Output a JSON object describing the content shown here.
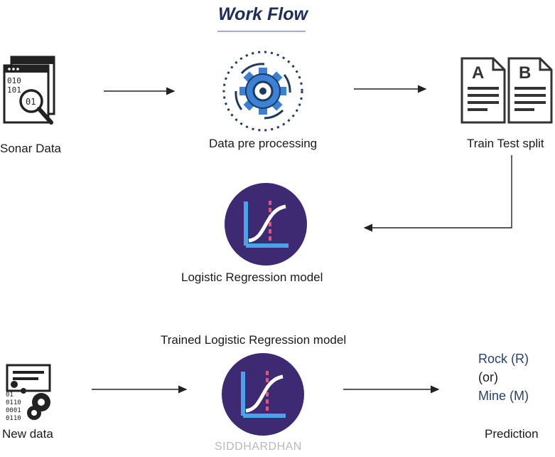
{
  "title": "Work Flow",
  "nodes": {
    "sonar_data": "Sonar Data",
    "data_preprocessing": "Data pre processing",
    "train_test_split": "Train Test split",
    "logistic_regression_model": "Logistic Regression model",
    "trained_model": "Trained Logistic Regression model",
    "new_data": "New data",
    "prediction": "Prediction"
  },
  "prediction_output": {
    "rock": "Rock (R)",
    "or": "(or)",
    "mine": "Mine (M)"
  },
  "doc_split": {
    "left": "A",
    "right": "B"
  },
  "binary_text": {
    "sonar": [
      "010",
      "101",
      "01"
    ],
    "new_data": [
      "01",
      "0110",
      "0001",
      "0110"
    ]
  },
  "watermark": "SIDDHARDHAN",
  "colors": {
    "title": "#1f2d5c",
    "navy": "#1f3a5f",
    "model_circle": "#3d2a73",
    "model_axis": "#4aa3e8",
    "model_dash": "#e0567e",
    "prediction_text": "#26407a"
  }
}
